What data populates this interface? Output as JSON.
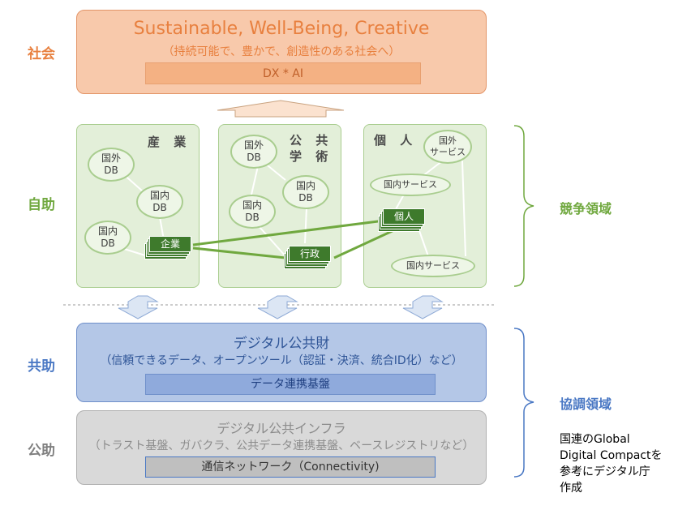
{
  "colors": {
    "society": "#e8803f",
    "self": "#70a83f",
    "mutual": "#4a78c4",
    "public": "#7f7f7f",
    "competition": "#70a83f",
    "cooperation": "#4a78c4"
  },
  "labels": {
    "society": "社会",
    "self_help": "自助",
    "mutual_help": "共助",
    "public_help": "公助",
    "competition": "競争領域",
    "cooperation": "協調領域"
  },
  "top_box": {
    "title": "Sustainable, Well-Being, Creative",
    "subtitle": "（持続可能で、豊かで、創造性のある社会へ）",
    "bar": "DX * AI"
  },
  "panels": {
    "industry": {
      "title": "産 業",
      "nodes": [
        "国外\nDB",
        "国内\nDB",
        "国内\nDB"
      ],
      "entity": "企業"
    },
    "public": {
      "title": "公 共\n学 術",
      "nodes": [
        "国外\nDB",
        "国内\nDB",
        "国内\nDB"
      ],
      "entity": "行政"
    },
    "individual": {
      "title": "個 人",
      "nodes": [
        "国外\nサービス",
        "国内サービス",
        "国内サービス"
      ],
      "entity": "個人"
    }
  },
  "mutual_box": {
    "title": "デジタル公共財",
    "subtitle": "（信頼できるデータ、オープンツール（認証・決済、統合ID化）など）",
    "bar": "データ連携基盤"
  },
  "public_box": {
    "title": "デジタル公共インフラ",
    "subtitle": "（トラスト基盤、ガバクラ、公共データ連携基盤、ベースレジストリなど）",
    "bar": "通信ネットワーク（Connectivity)"
  },
  "note": "国連のGlobal\nDigital Compactを\n参考にデジタル庁\n作成"
}
